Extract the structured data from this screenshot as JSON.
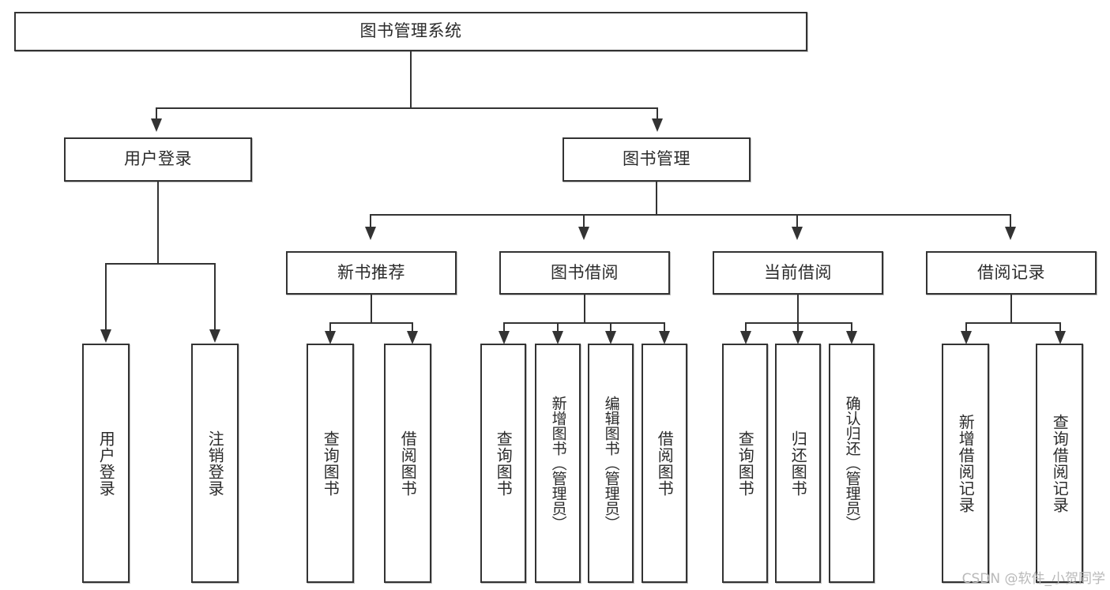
{
  "diagram": {
    "title": "图书管理系统",
    "type": "tree-hierarchy",
    "root": {
      "label": "图书管理系统"
    },
    "level1": [
      {
        "label": "用户登录"
      },
      {
        "label": "图书管理"
      }
    ],
    "level2": [
      {
        "label": "新书推荐"
      },
      {
        "label": "图书借阅"
      },
      {
        "label": "当前借阅"
      },
      {
        "label": "借阅记录"
      }
    ],
    "leaves": {
      "user_login": [
        {
          "label": "用户登录"
        },
        {
          "label": "注销登录"
        }
      ],
      "new_book_recommend": [
        {
          "label": "查询图书"
        },
        {
          "label": "借阅图书"
        }
      ],
      "book_borrow": [
        {
          "label": "查询图书"
        },
        {
          "label": "新增图书（管理员）"
        },
        {
          "label": "编辑图书（管理员）"
        },
        {
          "label": "借阅图书"
        }
      ],
      "current_borrow": [
        {
          "label": "查询图书"
        },
        {
          "label": "归还图书"
        },
        {
          "label": "确认归还（管理员）"
        }
      ],
      "borrow_record": [
        {
          "label": "新增借阅记录"
        },
        {
          "label": "查询借阅记录"
        }
      ]
    }
  },
  "watermark": {
    "text": "CSDN @软件_小贺同学"
  },
  "colors": {
    "border": "#333333",
    "background": "#ffffff",
    "text": "#2b2b2b",
    "watermark": "#b9b9b9"
  }
}
